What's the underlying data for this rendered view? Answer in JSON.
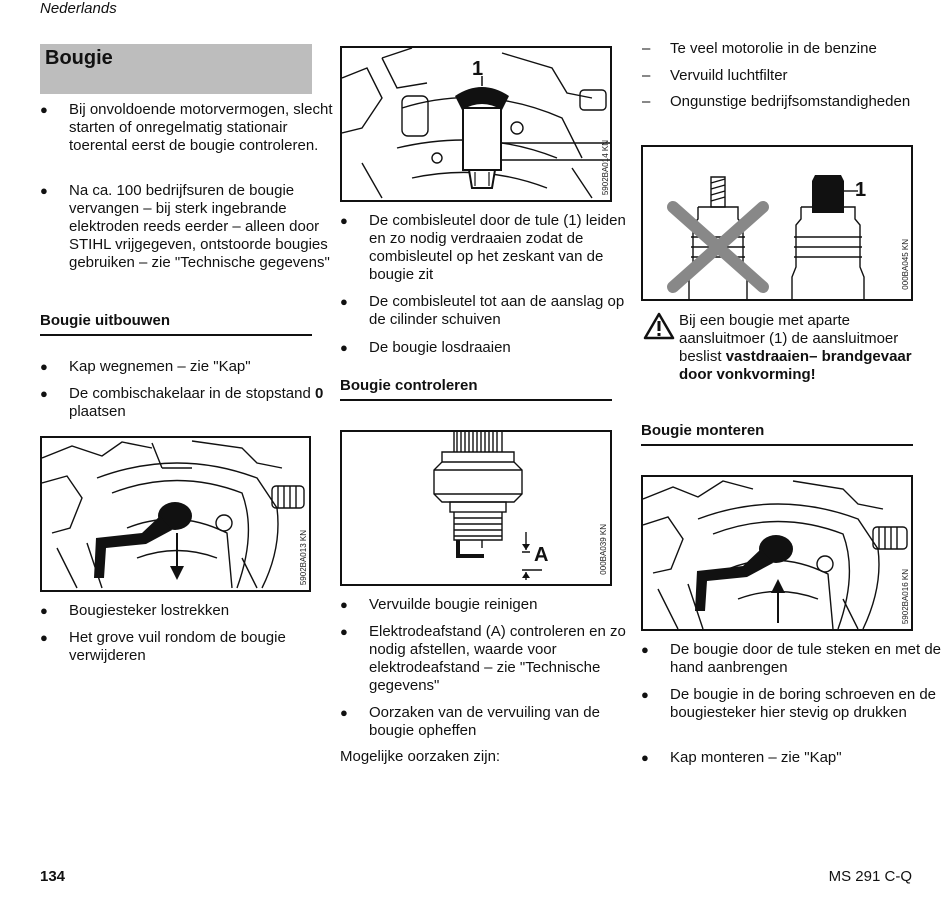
{
  "header": {
    "language": "Nederlands"
  },
  "col1": {
    "title": "Bougie",
    "bullets": [
      "Bij onvoldoende motorvermogen, slecht starten of onregelmatig stationair toerental eerst de bougie controleren.",
      "Na ca. 100 bedrijfsuren de bougie vervangen – bij sterk ingebrande elektroden reeds eerder – alleen door STIHL vrijgegeven, ontstoorde bougies gebruiken – zie \"Technische gegevens\""
    ],
    "section_heading": "Bougie uitbouwen",
    "steps": [
      "Kap wegnemen – zie \"Kap\"",
      "De combischakelaar in de stopstand"
    ],
    "step2_bold": "0",
    "step2_tail": " plaatsen",
    "figure_code": "5902BA013 KN",
    "after_fig": [
      "Bougiesteker lostrekken",
      "Het grove vuil rondom de bougie verwijderen"
    ]
  },
  "col2": {
    "figure1_code": "5902BA014 KN",
    "figure1_callout": "1",
    "bullets": [
      "De combisleutel door de tule (1) leiden en zo nodig verdraaien zodat de combisleutel op het zeskant van de bougie zit",
      "De combisleutel tot aan de aanslag op de cilinder schuiven",
      "De bougie losdraaien"
    ],
    "section_heading": "Bougie controleren",
    "figure2_code": "000BA039 KN",
    "figure2_callout": "A",
    "bullets2": [
      "Vervuilde bougie reinigen",
      "Elektrodeafstand (A) controleren en zo nodig afstellen, waarde voor elektrodeafstand – zie \"Technische gegevens\"",
      "Oorzaken van de vervuiling van de bougie opheffen"
    ],
    "causes_intro": "Mogelijke oorzaken zijn:"
  },
  "col3": {
    "causes": [
      "Te veel motorolie in de benzine",
      "Vervuild luchtfilter",
      "Ongunstige bedrijfsomstandigheden"
    ],
    "figure_code": "000BA045 KN",
    "figure_callout": "1",
    "warning": {
      "text_prefix": "Bij een bougie met aparte aansluitmoer (1) de aansluitmoer beslist ",
      "text_bold": "vastdraaien– brandgevaar door vonkvorming!"
    },
    "section_heading": "Bougie monteren",
    "figure2_code": "5902BA016 KN",
    "bullets": [
      "De bougie door de tule steken en met de hand aanbrengen",
      "De bougie in de boring schroeven en de bougiesteker hier stevig op drukken",
      "Kap monteren – zie \"Kap\""
    ]
  },
  "footer": {
    "page_number": "134",
    "model": "MS 291 C-Q"
  }
}
